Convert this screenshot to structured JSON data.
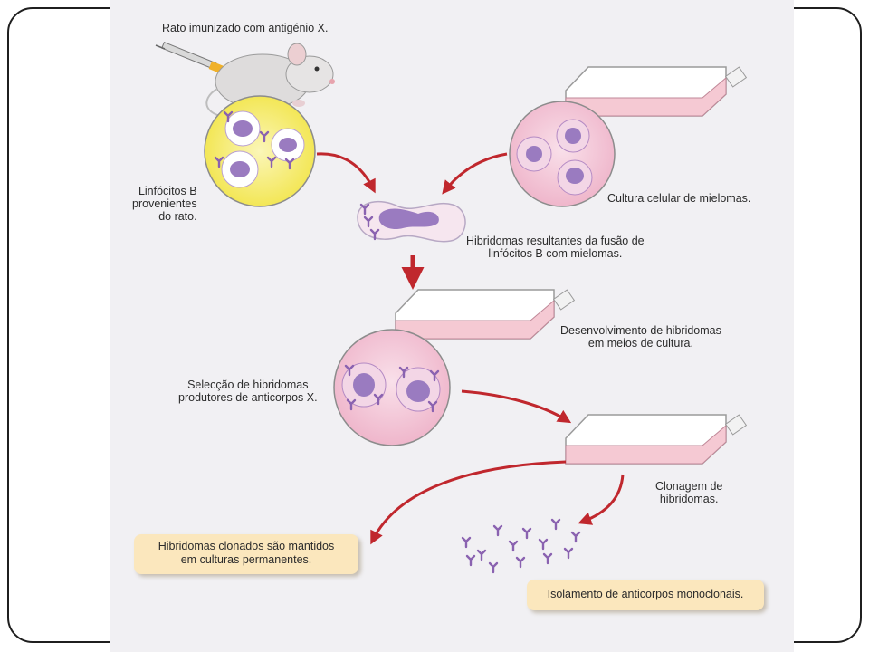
{
  "labels": {
    "mouse": "Rato imunizado com antigénio X.",
    "lymphocytes": [
      "Linfócitos B",
      "provenientes",
      "do rato."
    ],
    "myeloma_culture": "Cultura celular de mielomas.",
    "hybridomas_fusion": [
      "Hibridomas resultantes da fusão de",
      "linfócitos B com mielomas."
    ],
    "hybridoma_growth": [
      "Desenvolvimento de hibridomas",
      "em meios de cultura."
    ],
    "selection": [
      "Selecção de hibridomas",
      "produtores de anticorpos X."
    ],
    "cloning": [
      "Clonagem de",
      "hibridomas."
    ],
    "cloned_maintained": [
      "Hibridomas clonados são mantidos",
      "em culturas permanentes."
    ],
    "isolation": "Isolamento de anticorpos monoclonais."
  },
  "colors": {
    "arrow": "#c0272d",
    "flask_liquid": "#f5c9d3",
    "cell_nucleus": "#9a7bc0",
    "lymph_circle": "#f5ec6a",
    "note_box": "#fbe7bd"
  }
}
